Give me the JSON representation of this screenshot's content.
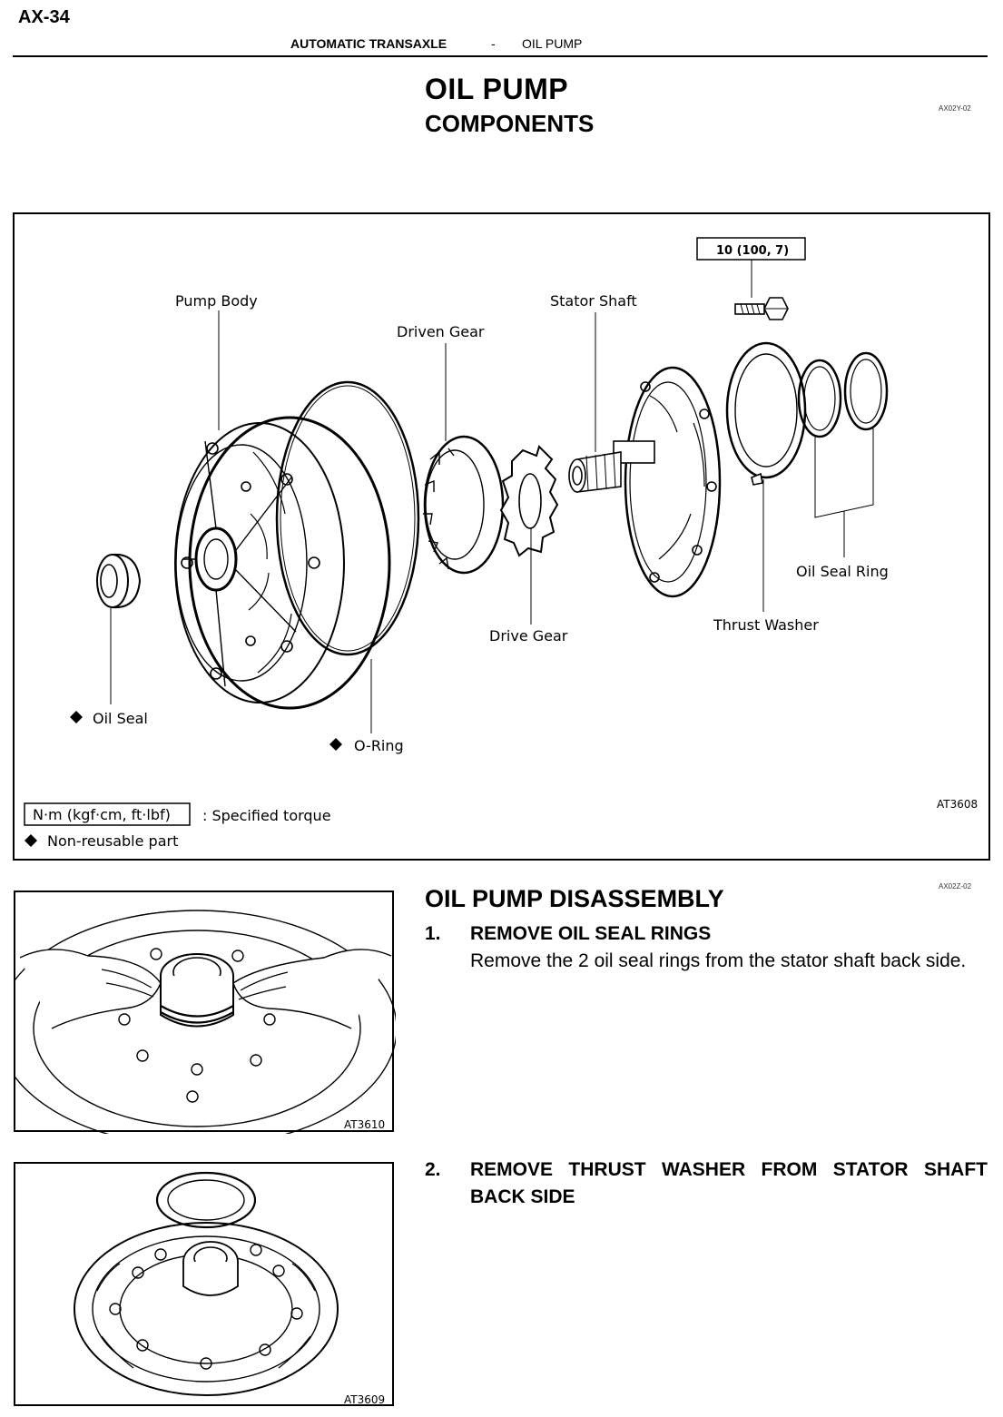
{
  "header": {
    "page_number": "AX-34",
    "section": "AUTOMATIC TRANSAXLE",
    "separator": "-",
    "subsection": "OIL PUMP"
  },
  "title": {
    "main": "OIL PUMP",
    "sub": "COMPONENTS",
    "doc_code": "AX02Y-02"
  },
  "components_figure": {
    "torque_spec": "10 (100, 7)",
    "labels": {
      "pump_body": "Pump Body",
      "driven_gear": "Driven Gear",
      "stator_shaft": "Stator Shaft",
      "oil_seal_ring": "Oil Seal Ring",
      "thrust_washer": "Thrust Washer",
      "drive_gear": "Drive Gear",
      "oil_seal": "Oil Seal",
      "o_ring": "O-Ring"
    },
    "legend": {
      "torque_unit": "N·m (kgf·cm, ft·lbf)",
      "torque_desc": ": Specified torque",
      "nonreusable": "Non-reusable part"
    },
    "figure_code": "AT3608"
  },
  "disassembly": {
    "title": "OIL PUMP DISASSEMBLY",
    "doc_code": "AX02Z-02",
    "steps": [
      {
        "number": "1.",
        "title": "REMOVE OIL SEAL RINGS",
        "body": "Remove the 2 oil seal rings from the stator shaft back side.",
        "figure_code": "AT3610"
      },
      {
        "number": "2.",
        "title": "REMOVE THRUST WASHER FROM STATOR SHAFT BACK SIDE",
        "figure_code": "AT3609"
      }
    ]
  }
}
